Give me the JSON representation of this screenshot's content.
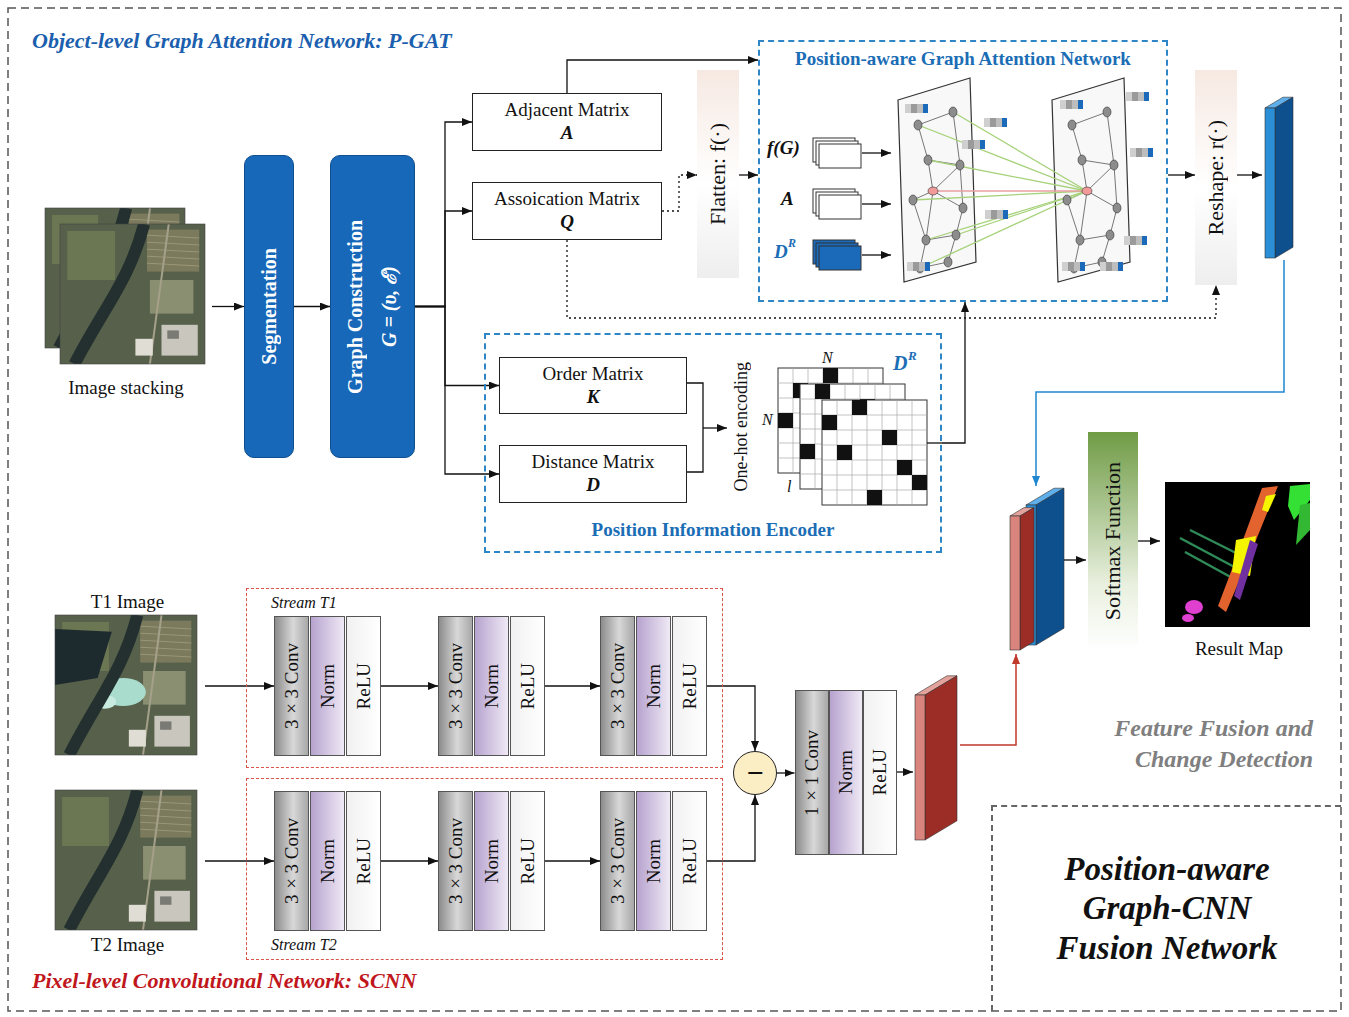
{
  "diagram": {
    "nodes": [
      {
        "text": [
          "Object-level Graph Attention Network: P-GAT"
        ]
      },
      {
        "text": [
          "Image stacking"
        ],
        "in": 0
      },
      {
        "text": [
          "Segmentation"
        ],
        "in": 0
      },
      {
        "text": [
          "Graph Construction",
          "G = (υ, ℰ)"
        ],
        "in": 0
      },
      {
        "text": [
          "Adjacent Matrix",
          "A"
        ],
        "in": 0
      },
      {
        "text": [
          "Assoication Matrix",
          "Q"
        ],
        "in": 0
      },
      {
        "text": [
          "Flatten: f(·)"
        ],
        "in": 0
      },
      {
        "text": [
          "Position-aware Graph Attention Network"
        ],
        "in": 0
      },
      {
        "text": [
          "Reshape: r(·)"
        ],
        "in": 0
      },
      {
        "text": [
          "Position Information Encoder"
        ],
        "in": 0
      },
      {
        "text": [
          "Order Matrix",
          "K"
        ],
        "in": 9
      },
      {
        "text": [
          "Distance Matrix",
          "D"
        ],
        "in": 9
      },
      {
        "text": [
          "Pixel-level Convolutional Network: SCNN"
        ]
      },
      {
        "text": [
          "T1 Image"
        ],
        "in": 12
      },
      {
        "text": [
          "Stream T1"
        ],
        "in": 12
      },
      {
        "text": [
          "3×3 Conv"
        ],
        "in": 14
      },
      {
        "text": [
          "Norm"
        ],
        "in": 14
      },
      {
        "text": [
          "ReLU"
        ],
        "in": 14
      },
      {
        "text": [
          "3×3 Conv"
        ],
        "in": 14
      },
      {
        "text": [
          "Norm"
        ],
        "in": 14
      },
      {
        "text": [
          "ReLU"
        ],
        "in": 14
      },
      {
        "text": [
          "3×3 Conv"
        ],
        "in": 14
      },
      {
        "text": [
          "Norm"
        ],
        "in": 14
      },
      {
        "text": [
          "ReLU"
        ],
        "in": 14
      },
      {
        "text": [
          "T2 Image"
        ],
        "in": 12
      },
      {
        "text": [
          "Stream T2"
        ],
        "in": 12
      },
      {
        "text": [
          "3×3 Conv"
        ],
        "in": 25
      },
      {
        "text": [
          "Norm"
        ],
        "in": 25
      },
      {
        "text": [
          "ReLU"
        ],
        "in": 25
      },
      {
        "text": [
          "3×3 Conv"
        ],
        "in": 25
      },
      {
        "text": [
          "Norm"
        ],
        "in": 25
      },
      {
        "text": [
          "ReLU"
        ],
        "in": 25
      },
      {
        "text": [
          "3×3 Conv"
        ],
        "in": 25
      },
      {
        "text": [
          "Norm"
        ],
        "in": 25
      },
      {
        "text": [
          "ReLU"
        ],
        "in": 25
      },
      {
        "text": [
          "−"
        ],
        "in": 12
      },
      {
        "text": [
          "1×1 Conv"
        ],
        "in": 12
      },
      {
        "text": [
          "Norm"
        ],
        "in": 12
      },
      {
        "text": [
          "ReLU"
        ],
        "in": 12
      },
      {
        "text": [
          "Feature Fusion and Change Detection"
        ]
      },
      {
        "text": [
          "Softmax Function"
        ],
        "in": 39
      },
      {
        "text": [
          "Result Map"
        ],
        "in": 39
      },
      {
        "text": [
          "Position-aware Graph-CNN Fusion Network"
        ]
      }
    ],
    "edges": [
      {
        "from": 1,
        "to": 2,
        "arrow": "to"
      },
      {
        "from": 2,
        "to": 3,
        "arrow": "to"
      },
      {
        "from": 3,
        "to": 4,
        "arrow": "to"
      },
      {
        "from": 3,
        "to": 5,
        "arrow": "to"
      },
      {
        "from": 3,
        "to": 10,
        "arrow": "to"
      },
      {
        "from": 3,
        "to": 11,
        "arrow": "to"
      },
      {
        "from": 4,
        "to": 7,
        "arrow": "to"
      },
      {
        "from": 5,
        "to": 6,
        "arrow": "to"
      },
      {
        "from": 6,
        "to": 7,
        "arrow": "to"
      },
      {
        "from": 7,
        "to": 8,
        "arrow": "to"
      },
      {
        "from": 5,
        "to": 8,
        "arrow": "to"
      },
      {
        "from": 9,
        "to": 7,
        "arrow": "to"
      },
      {
        "from": 13,
        "to": 15,
        "arrow": "to"
      },
      {
        "from": 17,
        "to": 18,
        "arrow": "to"
      },
      {
        "from": 20,
        "to": 21,
        "arrow": "to"
      },
      {
        "from": 23,
        "to": 35,
        "arrow": "to"
      },
      {
        "from": 24,
        "to": 26,
        "arrow": "to"
      },
      {
        "from": 28,
        "to": 29,
        "arrow": "to"
      },
      {
        "from": 31,
        "to": 32,
        "arrow": "to"
      },
      {
        "from": 34,
        "to": 35,
        "arrow": "to"
      },
      {
        "from": 35,
        "to": 36,
        "arrow": "to"
      },
      {
        "from": 40,
        "to": 41,
        "arrow": "to"
      }
    ],
    "labels": [
      "f(G)",
      "A",
      "D",
      "R",
      "One-hot encoding",
      "N",
      "N",
      "l",
      "D",
      "R"
    ]
  }
}
